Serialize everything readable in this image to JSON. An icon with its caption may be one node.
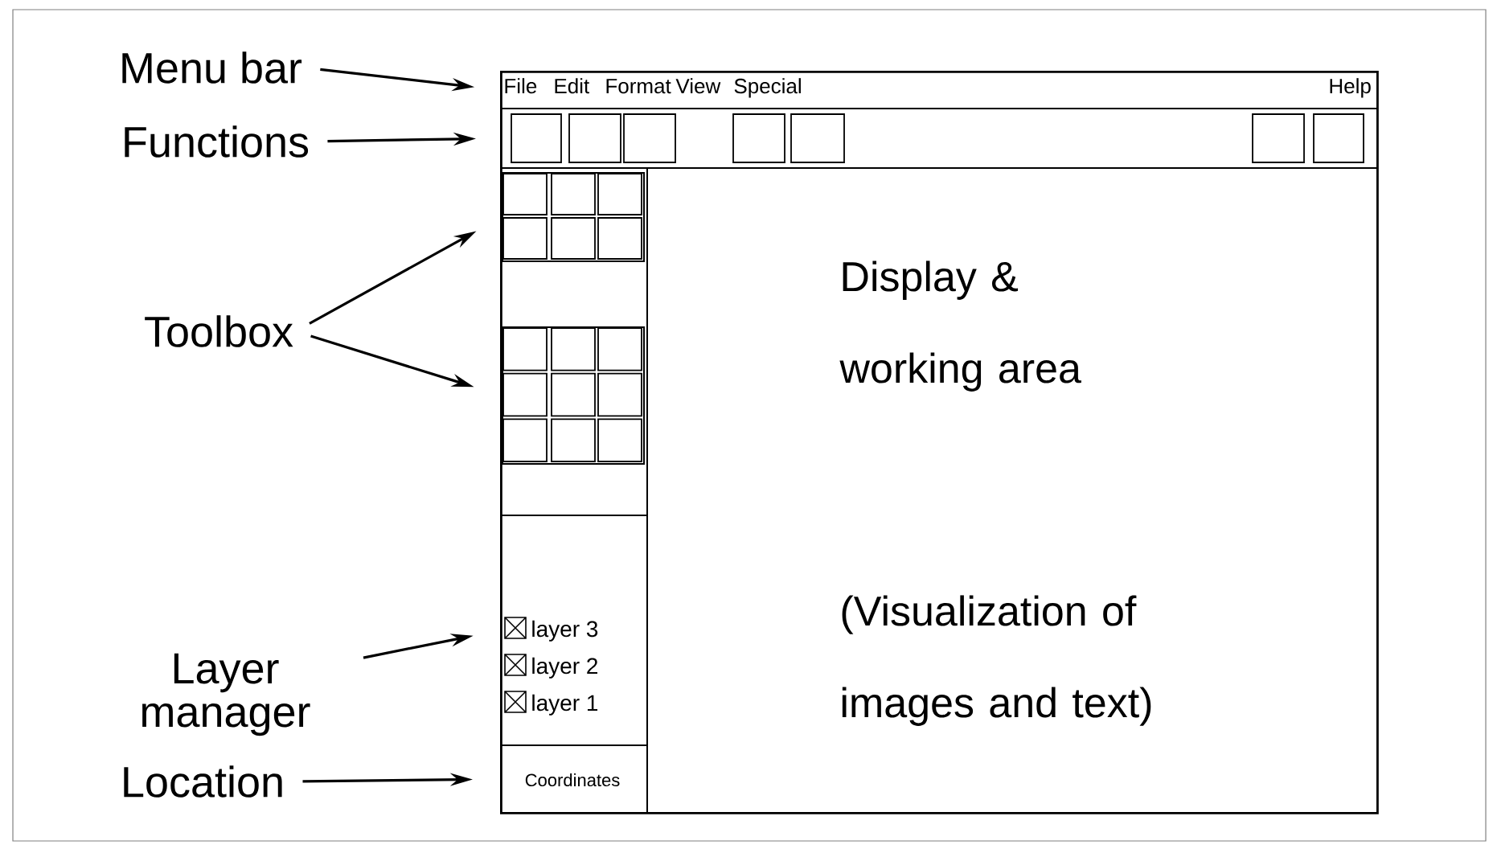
{
  "diagram": {
    "nodes": [
      {
        "text": [
          "Menu bar"
        ]
      },
      {
        "text": [
          "Functions"
        ]
      },
      {
        "text": [
          "Toolbox"
        ]
      },
      {
        "text": [
          "Layer manager"
        ]
      },
      {
        "text": [
          "Location"
        ]
      },
      {
        "text": [],
        "shape": "box"
      },
      {
        "text": [
          "File",
          "Edit",
          "Format",
          "View",
          "Special",
          "Help"
        ],
        "in": 5
      },
      {
        "text": [],
        "shape": "box",
        "in": 5
      },
      {
        "text": [],
        "shape": "box",
        "in": 5
      },
      {
        "text": [],
        "shape": "box",
        "in": 5
      },
      {
        "text": [
          "layer 3",
          "layer 2",
          "layer 1"
        ],
        "in": 5
      },
      {
        "text": [
          "Coordinates"
        ],
        "in": 5
      },
      {
        "text": [
          "Display & working area",
          "(Visualization of images and text)"
        ],
        "in": 5
      }
    ],
    "edges": [
      {
        "from": 0,
        "to": 6,
        "arrow": "to"
      },
      {
        "from": 1,
        "to": 7,
        "arrow": "to"
      },
      {
        "from": 2,
        "to": 8,
        "arrow": "to"
      },
      {
        "from": 2,
        "to": 9,
        "arrow": "to"
      },
      {
        "from": 3,
        "to": 10,
        "arrow": "to"
      },
      {
        "from": 4,
        "to": 11,
        "arrow": "to"
      }
    ]
  }
}
